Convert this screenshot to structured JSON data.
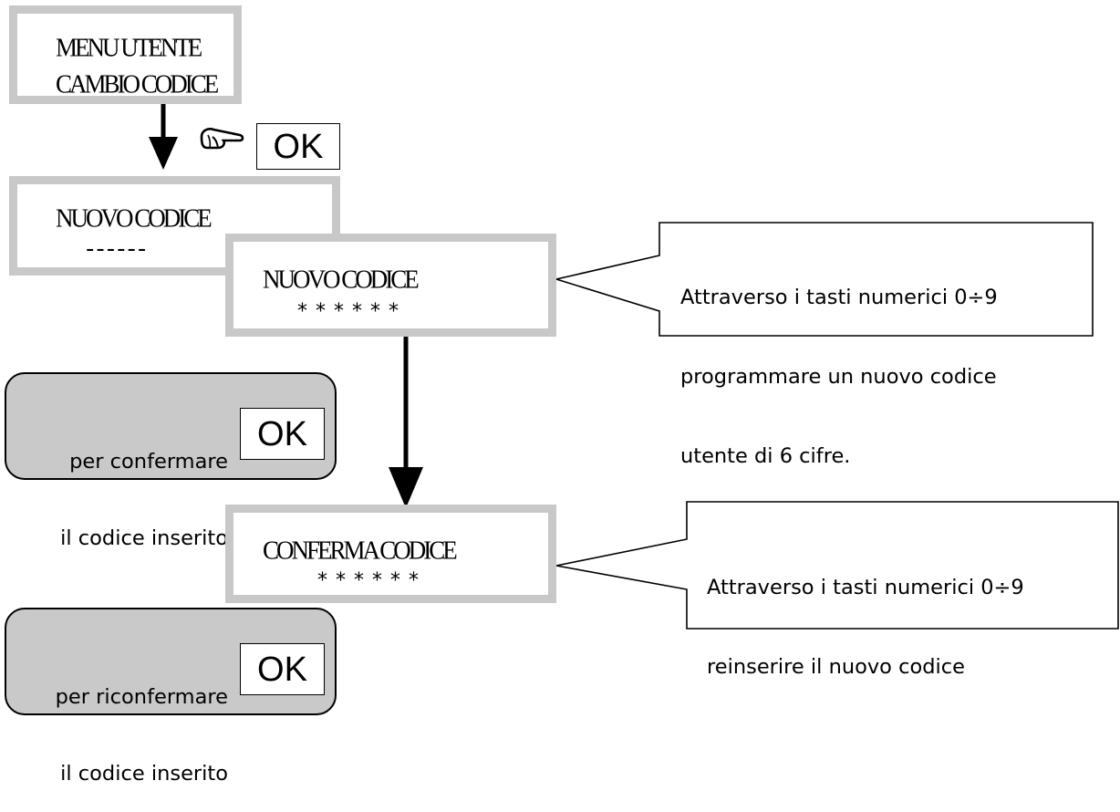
{
  "screens": {
    "menu": {
      "line1": "MENU UTENTE",
      "line2": "CAMBIO CODICE"
    },
    "new_code_empty": {
      "line1": "NUOVO CODICE",
      "line2": "------"
    },
    "new_code_filled": {
      "line1": "NUOVO CODICE",
      "line2": "******"
    },
    "confirm_code": {
      "line1": "CONFERMA CODICE",
      "line2": "******"
    }
  },
  "keys": {
    "ok_label": "OK"
  },
  "instructions": {
    "confirm": {
      "line1": "per confermare",
      "line2": "il codice inserito"
    },
    "reconfirm": {
      "line1": "per riconfermare",
      "line2": "il codice inserito"
    }
  },
  "callouts": {
    "enter_code": {
      "line1": "Attraverso i tasti numerici 0÷9",
      "line2": "programmare un nuovo codice",
      "line3": "utente di 6 cifre."
    },
    "reenter_code": {
      "line1": "Attraverso i tasti numerici 0÷9",
      "line2": "reinserire il nuovo codice"
    }
  },
  "icons": {
    "pointing_hand": "pointing-hand-icon",
    "arrow": "down-arrow-icon"
  },
  "colors": {
    "lcd_border": "#c8c8c8",
    "instruction_fill": "#c9c9c9",
    "ink": "#000000"
  }
}
